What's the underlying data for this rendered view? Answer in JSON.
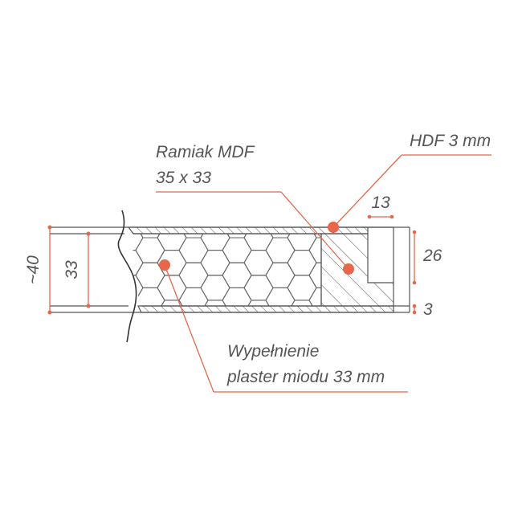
{
  "labels": {
    "frame": {
      "line1": "Ramiak MDF",
      "line2": "35 x 33"
    },
    "hdf": "HDF 3 mm",
    "fill": {
      "line1": "Wypełnienie",
      "line2": "plaster miodu 33 mm"
    }
  },
  "dimensions": {
    "total": "~40",
    "core": "33",
    "frame_width": "13",
    "groove_depth": "26",
    "skin": "3"
  },
  "colors": {
    "line": "#555555",
    "accent": "#e8664a",
    "honeycomb": "#666666"
  }
}
